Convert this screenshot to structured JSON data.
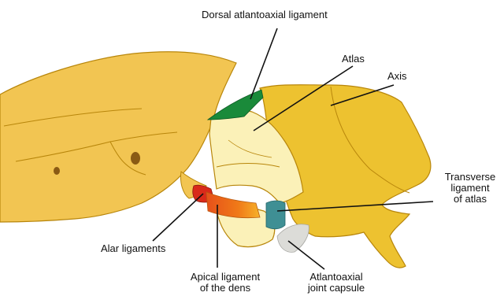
{
  "labels": {
    "dorsal_atlantoaxial_ligament": "Dorsal atlantoaxial ligament",
    "atlas": "Atlas",
    "axis": "Axis",
    "transverse_ligament": [
      "Transverse",
      "ligament",
      "of atlas"
    ],
    "alar_ligaments": "Alar ligaments",
    "apical_ligament": [
      "Apical ligament",
      "of the dens"
    ],
    "atlantoaxial_joint_capsule": [
      "Atlantoaxial",
      "joint capsule"
    ]
  },
  "colors": {
    "skull_bone": "#f2c552",
    "atlas": "#fbf1b8",
    "axis": "#edc230",
    "bone_outline": "#b8860b",
    "dorsal_ligament": "#1a8a3a",
    "alar_ligament": "#d92a1a",
    "apical_ligament": "#f07a18",
    "transverse_ligament": "#3f8f94",
    "joint_capsule": "#dcdcd8",
    "leader_line": "#111111"
  }
}
